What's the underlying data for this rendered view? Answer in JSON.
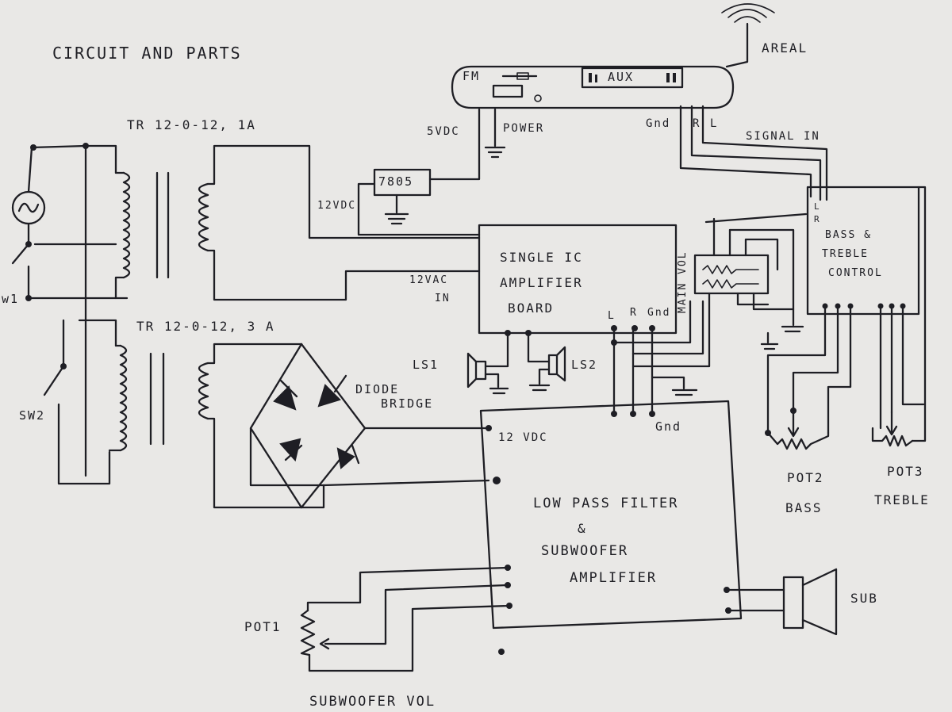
{
  "title": "CIRCUIT AND PARTS",
  "labels": {
    "tr1": "TR 12-0-12, 1A",
    "tr2": "TR 12-0-12, 3 A",
    "sw1": "w1",
    "sw2": "SW2",
    "fm": "FM",
    "aux": "AUX",
    "areal": "AREAL",
    "vdc5": "5VDC",
    "power": "POWER",
    "gnd_top": "Gnd",
    "r_top": "R",
    "l_top": "L",
    "signal_in": "SIGNAL IN",
    "reg": "7805",
    "vdc12_reg": "12VDC",
    "amp1": "SINGLE IC",
    "amp2": "AMPLIFIER",
    "amp3": "BOARD",
    "vac12": "12VAC",
    "vac_in": "IN",
    "amp_l": "L",
    "amp_r": "R",
    "amp_gnd": "Gnd",
    "main_vol": "MAIN VOL",
    "tc1": "BASS &",
    "tc2": "TREBLE",
    "tc3": "CONTROL",
    "tc_l": "L",
    "tc_r": "R",
    "ls1": "LS1",
    "ls2": "LS2",
    "diode1": "DIODE",
    "diode2": "BRIDGE",
    "vdc12": "12 VDC",
    "gnd_mid": "Gnd",
    "pot2": "POT2",
    "bass": "BASS",
    "pot3": "POT3",
    "treble": "TREBLE",
    "lpf1": "LOW PASS FILTER",
    "lpf2": "&",
    "lpf3": "SUBWOOFER",
    "lpf4": "AMPLIFIER",
    "sub": "SUB",
    "pot1": "POT1",
    "sub_vol": "SUBWOOFER VOL"
  }
}
